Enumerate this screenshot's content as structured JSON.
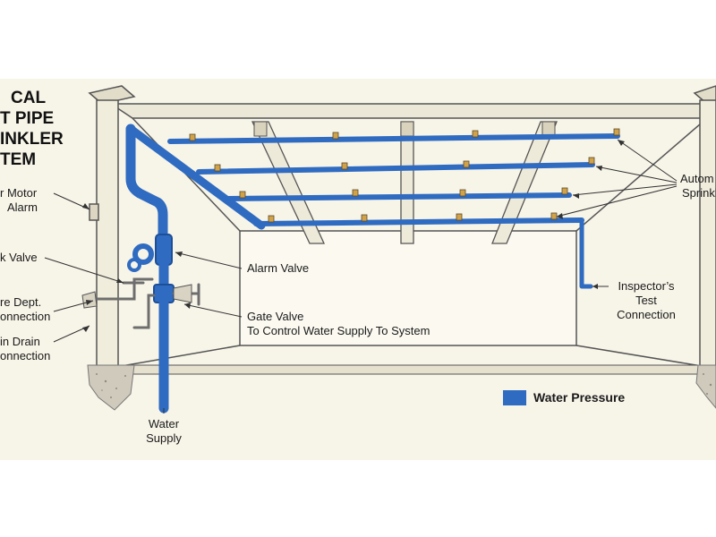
{
  "colors": {
    "page_background": "#ffffff",
    "panel": "#f7f4e8",
    "water_pipe": "#2f6bc1",
    "water_pipe_dark": "#1d4f99",
    "structure_line": "#555555",
    "soil": "#cfcabb"
  },
  "diagram": {
    "title_lines": [
      "CAL",
      "T PIPE",
      "INKLER",
      "TEM"
    ],
    "labels": {
      "motor_alarm_line1": "r Motor",
      "motor_alarm_line2": "Alarm",
      "check_valve": "k Valve",
      "fire_dept_line1": "re Dept.",
      "fire_dept_line2": "onnection",
      "main_drain_line1": "in Drain",
      "main_drain_line2": "onnection",
      "alarm_valve": "Alarm Valve",
      "gate_valve_line1": "Gate Valve",
      "gate_valve_line2": "To Control Water Supply To System",
      "water_supply_line1": "Water",
      "water_supply_line2": "Supply",
      "inspector_line1": "Inspector’s",
      "inspector_line2": "Test",
      "inspector_line3": "Connection",
      "automatic_line1": "Autom",
      "automatic_line2": "Sprinkl"
    },
    "legend": {
      "label": "Water Pressure",
      "color": "#2f6bc1"
    }
  }
}
